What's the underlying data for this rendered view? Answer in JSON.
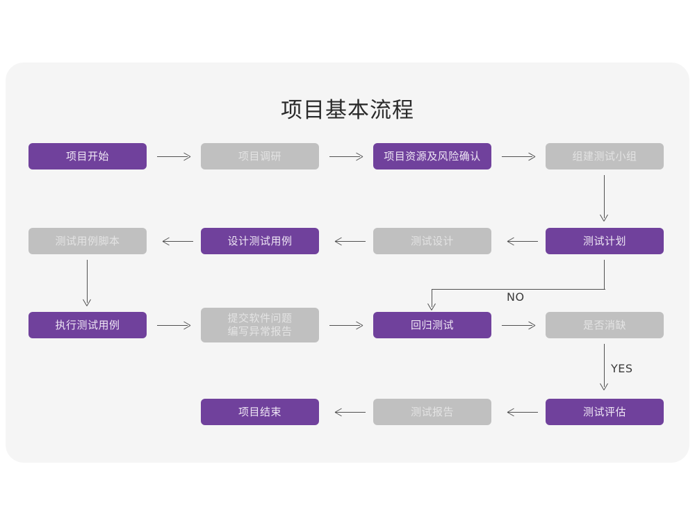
{
  "page": {
    "title": "项目基本流程",
    "background_color": "#ffffff",
    "panel_color": "#f5f5f5"
  },
  "palette": {
    "active": "#70419c",
    "active_text": "#efe7f5",
    "inactive": "#c0c0c0",
    "inactive_text": "#e3e3e3",
    "connector": "#4f4f4f",
    "title_text": "#2b2b2b"
  },
  "flow": {
    "nodes": [
      {
        "id": "n1",
        "label": "项目开始",
        "state": "active",
        "row": 1,
        "col": 1
      },
      {
        "id": "n2",
        "label": "项目调研",
        "state": "inactive",
        "row": 1,
        "col": 2
      },
      {
        "id": "n3",
        "label": "项目资源及风险确认",
        "state": "active",
        "row": 1,
        "col": 3
      },
      {
        "id": "n4",
        "label": "组建测试小组",
        "state": "inactive",
        "row": 1,
        "col": 4
      },
      {
        "id": "n5",
        "label": "测试用例脚本",
        "state": "inactive",
        "row": 2,
        "col": 1
      },
      {
        "id": "n6",
        "label": "设计测试用例",
        "state": "active",
        "row": 2,
        "col": 2
      },
      {
        "id": "n7",
        "label": "测试设计",
        "state": "inactive",
        "row": 2,
        "col": 3
      },
      {
        "id": "n8",
        "label": "测试计划",
        "state": "active",
        "row": 2,
        "col": 4
      },
      {
        "id": "n9",
        "label": "执行测试用例",
        "state": "active",
        "row": 3,
        "col": 1
      },
      {
        "id": "n10",
        "label": "提交软件问题\n编写异常报告",
        "state": "inactive",
        "row": 3,
        "col": 2
      },
      {
        "id": "n11",
        "label": "回归测试",
        "state": "active",
        "row": 3,
        "col": 3
      },
      {
        "id": "n12",
        "label": "是否消缺",
        "state": "inactive",
        "row": 3,
        "col": 4
      },
      {
        "id": "n13",
        "label": "项目结束",
        "state": "active",
        "row": 4,
        "col": 2
      },
      {
        "id": "n14",
        "label": "测试报告",
        "state": "inactive",
        "row": 4,
        "col": 3
      },
      {
        "id": "n15",
        "label": "测试评估",
        "state": "active",
        "row": 4,
        "col": 4
      }
    ],
    "edges": [
      {
        "from": "n1",
        "to": "n2",
        "label": "",
        "direction": "right"
      },
      {
        "from": "n2",
        "to": "n3",
        "label": "",
        "direction": "right"
      },
      {
        "from": "n3",
        "to": "n4",
        "label": "",
        "direction": "right"
      },
      {
        "from": "n4",
        "to": "n8",
        "label": "",
        "direction": "down"
      },
      {
        "from": "n8",
        "to": "n7",
        "label": "",
        "direction": "left"
      },
      {
        "from": "n7",
        "to": "n6",
        "label": "",
        "direction": "left"
      },
      {
        "from": "n6",
        "to": "n5",
        "label": "",
        "direction": "left"
      },
      {
        "from": "n5",
        "to": "n9",
        "label": "",
        "direction": "down"
      },
      {
        "from": "n9",
        "to": "n10",
        "label": "",
        "direction": "right"
      },
      {
        "from": "n10",
        "to": "n11",
        "label": "",
        "direction": "right"
      },
      {
        "from": "n11",
        "to": "n12",
        "label": "",
        "direction": "right"
      },
      {
        "from": "n12",
        "to": "n11",
        "label": "NO",
        "direction": "loop-up-left-down"
      },
      {
        "from": "n12",
        "to": "n15",
        "label": "YES",
        "direction": "down"
      },
      {
        "from": "n15",
        "to": "n14",
        "label": "",
        "direction": "left"
      },
      {
        "from": "n14",
        "to": "n13",
        "label": "",
        "direction": "left"
      }
    ],
    "labels": {
      "no": "NO",
      "yes": "YES"
    }
  }
}
